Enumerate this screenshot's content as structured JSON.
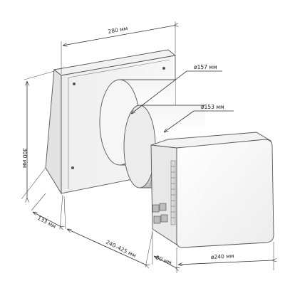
{
  "dimensions": {
    "width_top": "280 мм",
    "pipe_outer": "ø157 мм",
    "pipe_inner": "ø153 мм",
    "height_left": "300 мм",
    "depth_plate": "133 мм",
    "pipe_length": "240–425 мм",
    "unit_depth": "80 мм",
    "unit_width": "ø240 мм"
  }
}
